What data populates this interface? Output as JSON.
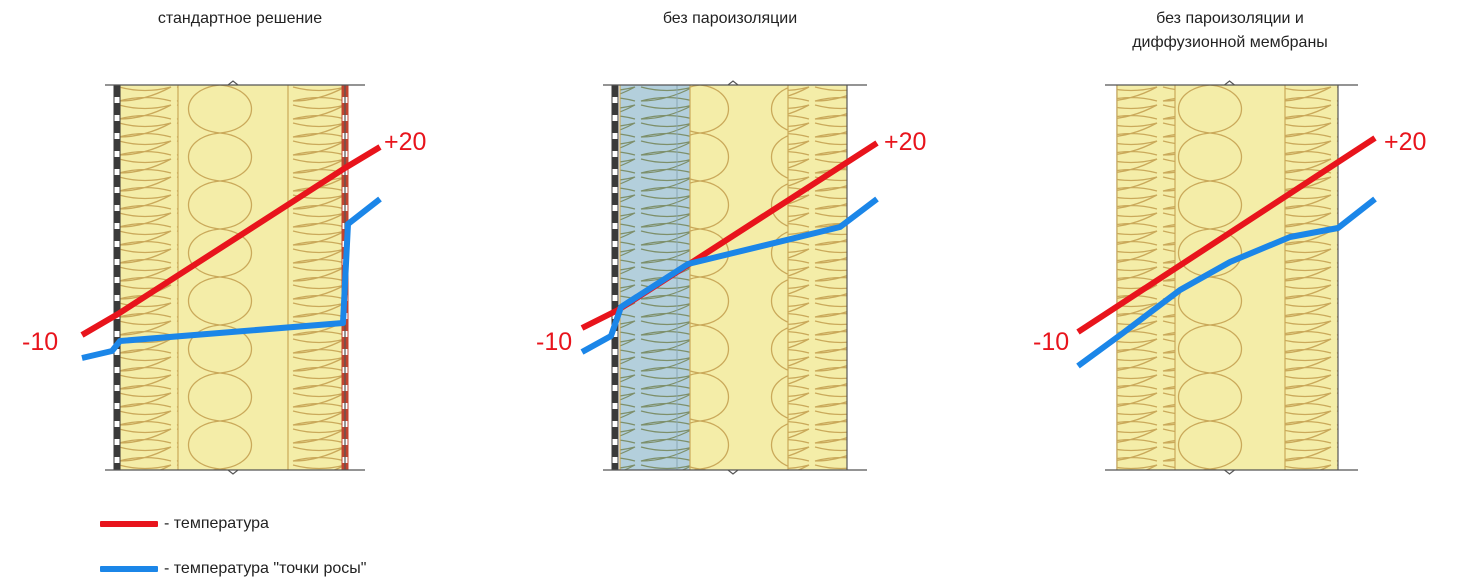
{
  "panels": [
    {
      "title_lines": [
        "стандартное решение"
      ],
      "temp_start": "-10",
      "temp_end": "+20"
    },
    {
      "title_lines": [
        "без пароизоляции"
      ],
      "temp_start": "-10",
      "temp_end": "+20"
    },
    {
      "title_lines": [
        "без пароизоляции и",
        "диффузионной мембраны"
      ],
      "temp_start": "-10",
      "temp_end": "+20"
    }
  ],
  "legend": {
    "temperature": "- температура",
    "dew_point": "- температура \"точки росы\""
  },
  "colors": {
    "temperature": "#e8141c",
    "dew_point": "#1b86e8",
    "insulation": "#f4eda8",
    "insulation_stroke": "#caa95a",
    "dense_insulation": "#b3cfdc",
    "wall_edge": "#555555",
    "vapor_barrier": "#3a3a3a",
    "diffusion_membrane": "#c1432f",
    "label": "#e8141c"
  }
}
